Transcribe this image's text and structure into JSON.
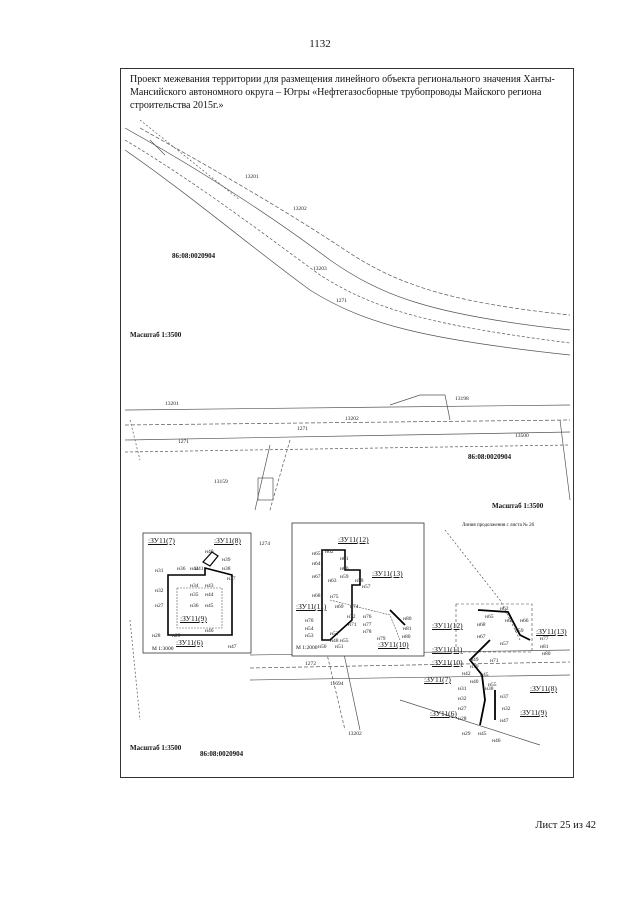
{
  "page_number": "1132",
  "title": "Проект межевания территории для размещения линейного объекта регионального значения Ханты-Мансийского автономного округа – Югры «Нефтегазосборные трубопроводы Майского региона строительства 2015г.»",
  "fragments": {
    "top": {
      "cadastral": "86:08:0020904",
      "scale": "Масштаб 1:3500"
    },
    "middle": {
      "cadastral": "86:08:0020904",
      "scale": "Масштаб 1:3500"
    },
    "bottom": {
      "cadastral": "86:08:0020904",
      "scale": "Масштаб 1:3500",
      "inset_left_scale": "М 1:3000",
      "inset_center_scale": "М 1:2000",
      "note": "Линия продолжения с листа № 26"
    }
  },
  "zu_labels": [
    ":ЗУ11(7)",
    ":ЗУ11(8)",
    ":ЗУ11(9)",
    ":ЗУ11(6)",
    ":ЗУ11(12)",
    ":ЗУ11(11)",
    ":ЗУ11(13)",
    ":ЗУ11(10)"
  ],
  "sheet_label": "Лист 25  из 42"
}
